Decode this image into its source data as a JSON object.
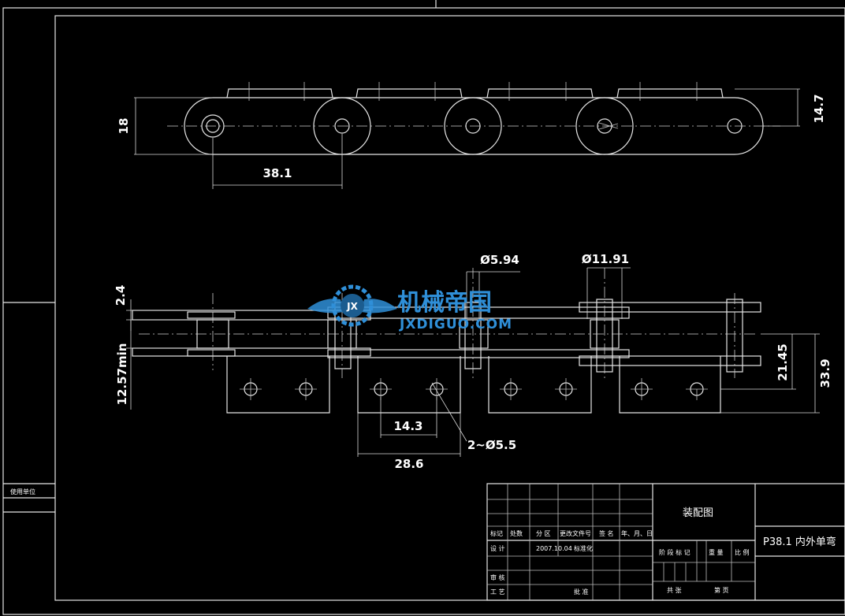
{
  "dimensions": {
    "top_height": "18",
    "top_pitch": "38.1",
    "top_right": "14.7",
    "hole_dia": "Ø5.94",
    "pin_dia": "Ø11.91",
    "plate_thickness": "2.4",
    "inner_width": "12.57min",
    "hole_spacing": "14.3",
    "hole_dia_callout": "2~Ø5.5",
    "attachment_width": "28.6",
    "hole_height": "21.45",
    "overall_height": "33.9"
  },
  "side_labels": {
    "user_unit": "使用单位"
  },
  "title_block": {
    "drawing_name": "装配图",
    "part_title": "P38.1 内外单弯",
    "mark": "标记",
    "count": "处数",
    "zone": "分 区",
    "change_doc": "更改文件号",
    "signature": "签 名",
    "date": "年、月、日",
    "design": "设 计",
    "design_date": "2007.10.04",
    "standardize": "标准化",
    "review": "审 核",
    "process": "工 艺",
    "approve": "批 准",
    "stage_mark": "阶 段 标 记",
    "weight": "重 量",
    "scale": "比 例",
    "sheets_total": "共 张",
    "sheet_no": "第 页"
  },
  "watermark": {
    "logo_letters": "JX",
    "name": "机械帝国",
    "url": "JXDIGUO.COM"
  },
  "colors": {
    "background": "#000000",
    "lines": "#e6e6e6",
    "watermark": "#2f8fd8"
  }
}
